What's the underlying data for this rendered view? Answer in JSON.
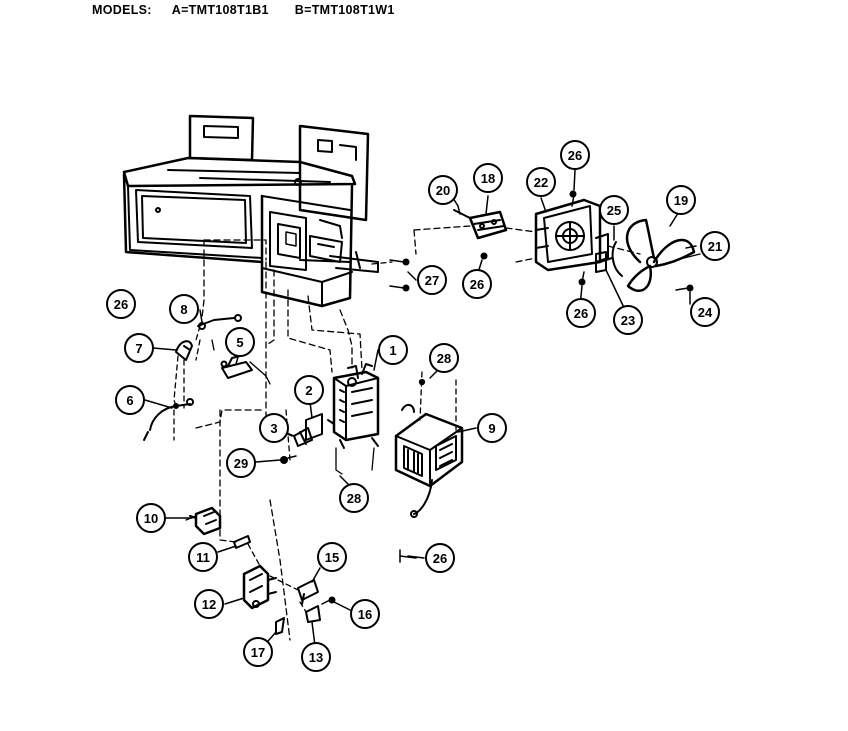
{
  "header": {
    "models_label": "MODELS:",
    "model_a": "A=TMT108T1B1",
    "model_b": "B=TMT108T1W1"
  },
  "callouts": [
    {
      "id": "1",
      "label": "1"
    },
    {
      "id": "2",
      "label": "2"
    },
    {
      "id": "3",
      "label": "3"
    },
    {
      "id": "5",
      "label": "5"
    },
    {
      "id": "6",
      "label": "6"
    },
    {
      "id": "7",
      "label": "7"
    },
    {
      "id": "8",
      "label": "8"
    },
    {
      "id": "9",
      "label": "9"
    },
    {
      "id": "10",
      "label": "10"
    },
    {
      "id": "11",
      "label": "11"
    },
    {
      "id": "12",
      "label": "12"
    },
    {
      "id": "13",
      "label": "13"
    },
    {
      "id": "15",
      "label": "15"
    },
    {
      "id": "16",
      "label": "16"
    },
    {
      "id": "17",
      "label": "17"
    },
    {
      "id": "18",
      "label": "18"
    },
    {
      "id": "19",
      "label": "19"
    },
    {
      "id": "20",
      "label": "20"
    },
    {
      "id": "21",
      "label": "21"
    },
    {
      "id": "22",
      "label": "22"
    },
    {
      "id": "23",
      "label": "23"
    },
    {
      "id": "24",
      "label": "24"
    },
    {
      "id": "25a",
      "label": "25"
    },
    {
      "id": "26a",
      "label": "26"
    },
    {
      "id": "26b",
      "label": "26"
    },
    {
      "id": "26c",
      "label": "26"
    },
    {
      "id": "26d",
      "label": "26"
    },
    {
      "id": "26e",
      "label": "26"
    },
    {
      "id": "27",
      "label": "27"
    },
    {
      "id": "28a",
      "label": "28"
    },
    {
      "id": "28b",
      "label": "28"
    },
    {
      "id": "29",
      "label": "29"
    }
  ]
}
